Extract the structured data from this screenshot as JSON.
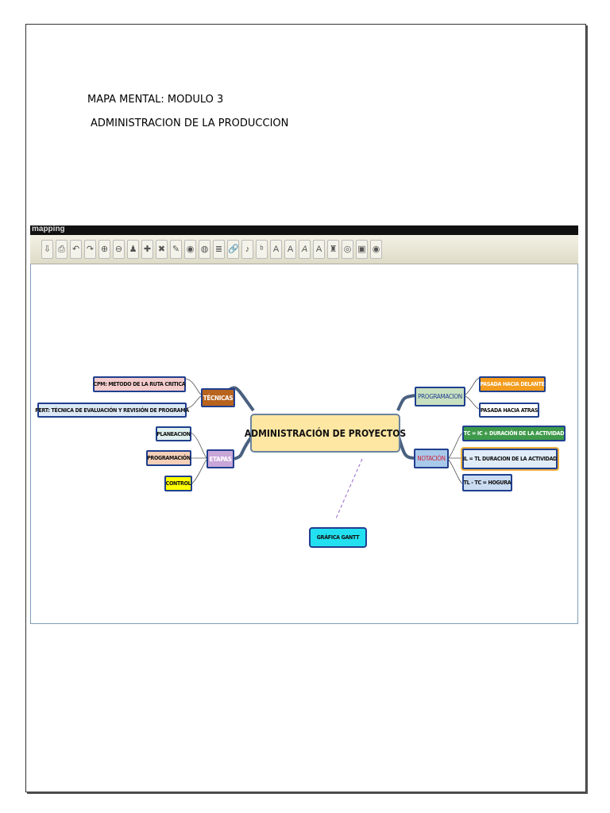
{
  "document": {
    "title_line1": "MAPA MENTAL: MODULO 3",
    "title_line2": "ADMINISTRACION DE LA PRODUCCION"
  },
  "app": {
    "window_title": "mapping",
    "toolbar_icons": [
      "save-icon",
      "print-icon",
      "undo-icon",
      "redo-icon",
      "zoom-in-icon",
      "zoom-out-icon",
      "add-node-icon",
      "add-child-icon",
      "remove-node-icon",
      "line-color-icon",
      "node-color-icon",
      "shape-icon",
      "notes-icon",
      "link-icon",
      "text-icon",
      "font-size-icon",
      "font-icon",
      "bold-font-icon",
      "italic-font-icon",
      "font-color-icon",
      "users-icon",
      "web-icon",
      "export-icon",
      "help-icon"
    ]
  },
  "mindmap": {
    "central": "ADMINISTRACIÓN DE PROYECTOS",
    "tecnicas": {
      "label": "TÉCNICAS",
      "children": [
        "CPM: METODO DE LA RUTA CRITICA",
        "PERT: TÉCNICA DE EVALUACIÓN Y REVISIÓN DE PROGRAMA"
      ]
    },
    "etapas": {
      "label": "ETAPAS",
      "children": [
        "PLANEACION",
        "PROGRAMACIÓN",
        "CONTROL"
      ]
    },
    "programacion": {
      "label": "PROGRAMACION",
      "children": [
        "PASADA HACIA DELANTE",
        "PASADA HACIA ATRAS"
      ]
    },
    "notacion": {
      "label": "NOTACIÓN",
      "children": [
        "TC = IC + DURACIÓN DE LA ACTIVIDAD",
        "IL = TL DURACION DE LA ACTIVIDAD",
        "TL - TC = HOGURA"
      ]
    },
    "gantt": "GRÁFICA GANTT"
  }
}
